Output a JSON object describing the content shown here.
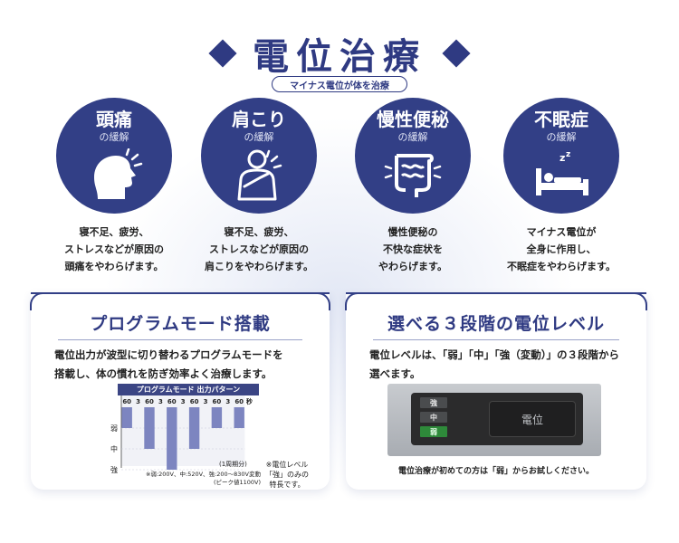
{
  "header": {
    "title": "電位治療",
    "subtitle": "マイナス電位が体を治療"
  },
  "colors": {
    "navy": "#323f86",
    "accent": "#2f3a82",
    "green": "#2e8a3a"
  },
  "symptoms": [
    {
      "title": "頭痛",
      "sub": "の緩解",
      "icon": "head-pain-icon",
      "desc": [
        "寝不足、疲労、",
        "ストレスなどが原因の",
        "頭痛をやわらげます。"
      ]
    },
    {
      "title": "肩こり",
      "sub": "の緩解",
      "icon": "shoulder-stiffness-icon",
      "desc": [
        "寝不足、疲労、",
        "ストレスなどが原因の",
        "肩こりをやわらげます。"
      ]
    },
    {
      "title": "慢性便秘",
      "sub": "の緩解",
      "icon": "intestine-icon",
      "desc": [
        "慢性便秘の",
        "不快な症状を",
        "やわらげます。"
      ]
    },
    {
      "title": "不眠症",
      "sub": "の緩解",
      "icon": "sleep-bed-icon",
      "desc": [
        "マイナス電位が",
        "全身に作用し、",
        "不眠症をやわらげます。"
      ]
    }
  ],
  "left_panel": {
    "title": "プログラムモード搭載",
    "text": [
      "電位出力が波型に切り替わるプログラムモードを",
      "搭載し、体の慣れを防ぎ効率よく治療します。"
    ],
    "chart_title": "プログラムモード 出力パターン",
    "chart_data": {
      "type": "bar",
      "durations": [
        "60",
        "3",
        "60",
        "3",
        "60",
        "3",
        "60",
        "3",
        "60",
        "3",
        "60"
      ],
      "time_unit": "秒",
      "levels": [
        "弱",
        "中",
        "強"
      ],
      "pattern": [
        1,
        0,
        2,
        0,
        3,
        0,
        2,
        0,
        1,
        0,
        1
      ]
    },
    "cycle_label": "(1周期分)",
    "values_note": [
      "※弱:200V、中:520V、強:200～830V変動",
      "(ピーク値1100V)"
    ],
    "note": [
      "※電位レベル",
      "「強」のみの",
      "特長です。"
    ]
  },
  "right_panel": {
    "title": "選べる３段階の電位レベル",
    "text": [
      "電位レベルは、「弱」「中」「強（変動）」の３段階から",
      "選べます。"
    ],
    "buttons": [
      "強",
      "中",
      "弱"
    ],
    "main_button": "電位",
    "note": "電位治療が初めての方は「弱」からお試しください。"
  }
}
